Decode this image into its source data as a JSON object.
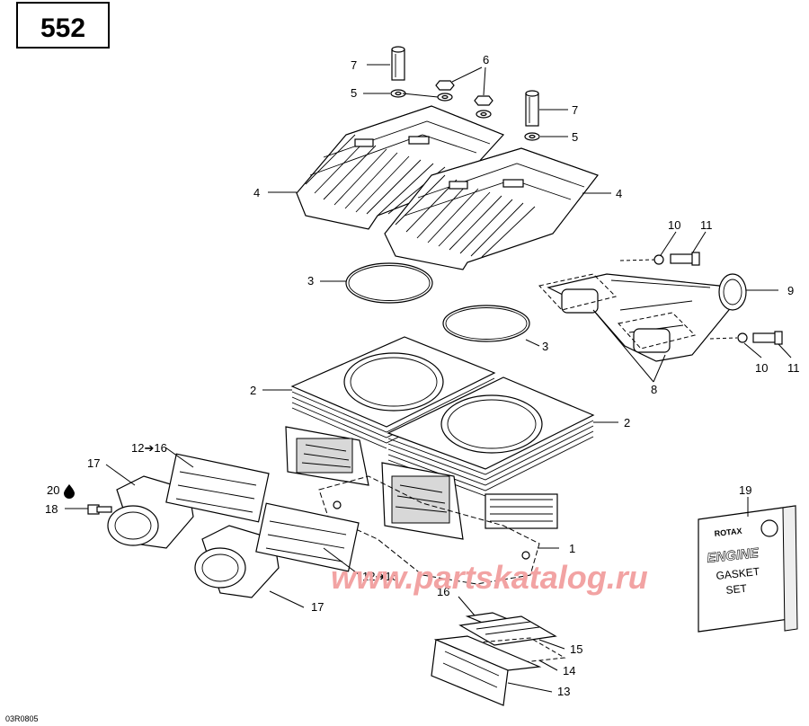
{
  "page_number": "552",
  "drawing_code": "03R0805",
  "watermark": "www.partskatalog.ru",
  "gasket_set": {
    "brand": "ROTAX",
    "line1": "ENGINE",
    "line2": "GASKET",
    "line3": "SET"
  },
  "callouts": {
    "c1": "1",
    "c2a": "2",
    "c2b": "2",
    "c3a": "3",
    "c3b": "3",
    "c4a": "4",
    "c4b": "4",
    "c5a": "5",
    "c5b": "5",
    "c6": "6",
    "c7a": "7",
    "c7b": "7",
    "c8": "8",
    "c9": "9",
    "c10a": "10",
    "c10b": "10",
    "c11a": "11",
    "c11b": "11",
    "c12a": "12➔16",
    "c12b": "12➔16",
    "c13": "13",
    "c14": "14",
    "c15": "15",
    "c16": "16",
    "c17a": "17",
    "c17b": "17",
    "c18": "18",
    "c19": "19",
    "c20": "20"
  }
}
